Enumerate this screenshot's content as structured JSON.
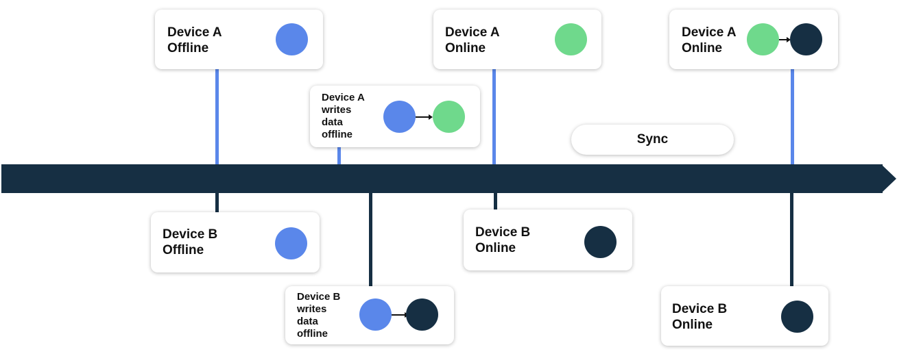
{
  "colors": {
    "timeline": "#162f43",
    "offline_blue": "#5a87ea",
    "online_green": "#6fd98c",
    "synced_dark": "#162f43",
    "device_a_connector": "#5a87ea",
    "device_b_connector": "#162f43"
  },
  "timeline": {
    "direction": "left-to-right",
    "sync_label": "Sync"
  },
  "device_a_events": [
    {
      "label": "Device A\nOffline",
      "states": [
        "offline_blue"
      ]
    },
    {
      "label": "Device A\nwrites\ndata\noffline",
      "states": [
        "offline_blue",
        "online_green"
      ]
    },
    {
      "label": "Device A\nOnline",
      "states": [
        "online_green"
      ]
    },
    {
      "label": "Device A\nOnline",
      "states": [
        "online_green",
        "synced_dark"
      ]
    }
  ],
  "device_b_events": [
    {
      "label": "Device B\nOffline",
      "states": [
        "offline_blue"
      ]
    },
    {
      "label": "Device B\nwrites\ndata\noffline",
      "states": [
        "offline_blue",
        "synced_dark"
      ]
    },
    {
      "label": "Device B\nOnline",
      "states": [
        "synced_dark"
      ]
    },
    {
      "label": "Device B\nOnline",
      "states": [
        "synced_dark"
      ]
    }
  ]
}
